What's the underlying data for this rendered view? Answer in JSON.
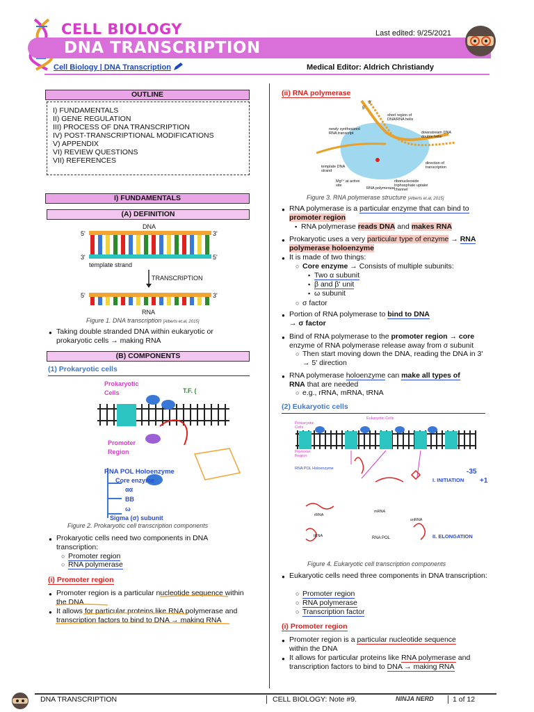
{
  "header": {
    "title_top": "CELL BIOLOGY",
    "title_main": "DNA TRANSCRIPTION",
    "last_edited": "Last edited: 9/25/2021",
    "breadcrumb": "Cell Biology | DNA Transcription",
    "editor": "Medical Editor: Aldrich Christiandy"
  },
  "outline": {
    "title": "OUTLINE",
    "items": [
      "I) FUNDAMENTALS",
      "II) GENE REGULATION",
      "III) PROCESS OF DNA TRANSCRIPTION",
      "IV) POST-TRANSCRIPTIONAL MODIFICATIONS",
      "V) APPENDIX",
      "VI) REVIEW QUESTIONS",
      "VII) REFERENCES"
    ]
  },
  "left": {
    "section1": "I) FUNDAMENTALS",
    "defA": "(A)  DEFINITION",
    "fig1": {
      "dna": "DNA",
      "template": "template strand",
      "transcription": "TRANSCRIPTION",
      "rna": "RNA",
      "p5a": "5'",
      "p3a": "3'",
      "p3b": "3'",
      "p5b": "5'",
      "p5c": "5'",
      "p3c": "3'"
    },
    "fig1_caption": "Figure 1. DNA transcription",
    "fig1_cite": "[Alberts et.al, 2015]",
    "def_bullet": "Taking double stranded DNA within eukaryotic or prokaryotic cells → making RNA",
    "compB": "(B)  COMPONENTS",
    "prok_head": "(1)  Prokaryotic cells",
    "fig2": {
      "prok_cells": "Prokaryotic Cells",
      "tf": "T.F. (",
      "promoter": "Promoter Region",
      "holo": "RNA POL Holoenzyme",
      "core": "Core enzyme",
      "aa": "αα",
      "bb": "BB",
      "w": "ω",
      "sigma": "Sigma (σ) subunit"
    },
    "fig2_caption": "Figure 2. Prokaryotic cell transcription components",
    "prok_bullet": "Prokaryotic cells need two components in DNA transcription:",
    "prok_sub1": "Promoter region",
    "prok_sub2": "RNA polymerase",
    "promoter_head": "(i)  Promoter region",
    "prom_b1": "Promoter region is a particular nucleotide sequence within the DNA",
    "prom_b2": "It allows for particular proteins like RNA polymerase and transcription factors to bind to DNA → making RNA"
  },
  "right": {
    "rnapol_head": "(ii)  RNA polymerase",
    "fig3": {
      "p5": "5'",
      "p3": "3'",
      "short": "short region of DNA/RNA helix",
      "newly": "newly synthesized RNA transcript",
      "down": "downstream DNA double helix",
      "tmpl": "template DNA strand",
      "dir": "direction of transcription",
      "mg": "Mg²⁺ at active site",
      "rnapol": "RNA polymerase",
      "ribo": "ribonucleoside triphosphate uptake channel"
    },
    "fig3_caption": "Figure 3. RNA polymerase structure",
    "fig3_cite": "[Alberts et.al, 2015]",
    "b1_a": "RNA polymerase is a ",
    "b1_b": "particular enzyme that can bind to",
    "b1_c": "promoter region",
    "b1_sub_a": "RNA polymerase ",
    "b1_sub_b": "reads DNA",
    "b1_sub_c": " and ",
    "b1_sub_d": "makes RNA",
    "b2_a": "Prokaryotic uses a very ",
    "b2_b": "particular type of enzyme",
    "b2_c": " → ",
    "b2_d": "RNA",
    "b2_e": "polymerase holoenzyme",
    "b3": "It is made of two things:",
    "b3_core_a": "Core enzyme",
    "b3_core_b": " → Consists of multiple subunits:",
    "b3_sq1": "Two α subunit",
    "b3_sq2": "β and β' unit",
    "b3_sq3": "ω subunit",
    "b3_sigma": "σ factor",
    "b4_a": "Portion of RNA polymerase to ",
    "b4_b": "bind to DNA",
    "b4_c": "→ σ factor",
    "b5_a": "Bind of RNA polymerase to the ",
    "b5_b": "promoter region → core",
    "b5_c": "enzyme of RNA polymerase release away from σ subunit",
    "b5_sub": "Then start moving down the DNA, reading the DNA in 3' → 5' direction",
    "b6_a": "RNA polymerase ",
    "b6_b": "holoenzyme",
    "b6_c": " can ",
    "b6_d": "make all types of",
    "b6_e": "RNA",
    "b6_f": " that are needed",
    "b6_sub": "e.g., rRNA, mRNA, tRNA",
    "euk_head": "(2)  Eukaryotic cells",
    "fig4": {
      "prok": "Prokaryotic Cells",
      "euk": "Eukaryotic Cells",
      "promoter": "Promoter Region",
      "holo": "RNA POL Holoenzyme",
      "init": "I. INITIATION",
      "elong": "II. ELONGATION",
      "trna": "tRNA",
      "rrna": "rRNA",
      "snrna": "snRNA",
      "mrna": "mRNA",
      "rnapol": "RNA POL",
      "n35": "-35",
      "p1": "+1"
    },
    "fig4_caption": "Figure 4. Eukaryotic cell transcription components",
    "euk_bullet": "Eukaryotic cells need three components in DNA transcription:",
    "euk_sub1": "Promoter region",
    "euk_sub2": "RNA polymerase",
    "euk_sub3": "Transcription factor",
    "promoter_head": "(i)  Promoter region",
    "prom_b1_a": "Promoter region is a ",
    "prom_b1_b": "particular nucleotide sequence",
    "prom_b1_c": "within the DNA",
    "prom_b2_a": "It allows for particular proteins like ",
    "prom_b2_b": "RNA polymerase",
    "prom_b2_c": " and",
    "prom_b2_d": "transcription factors to bind to ",
    "prom_b2_e": "DNA → making RNA"
  },
  "footer": {
    "left": "DNA TRANSCRIPTION",
    "middle": "CELL BIOLOGY: Note  #9.",
    "brand": "NINJA NERD",
    "page": "1 of 12"
  },
  "colors": {
    "pink": "#d96fd8",
    "pinkbar": "#e9a5e6",
    "blue": "#3a78d8",
    "red": "#e0211d",
    "teal": "#2cc4c0"
  }
}
